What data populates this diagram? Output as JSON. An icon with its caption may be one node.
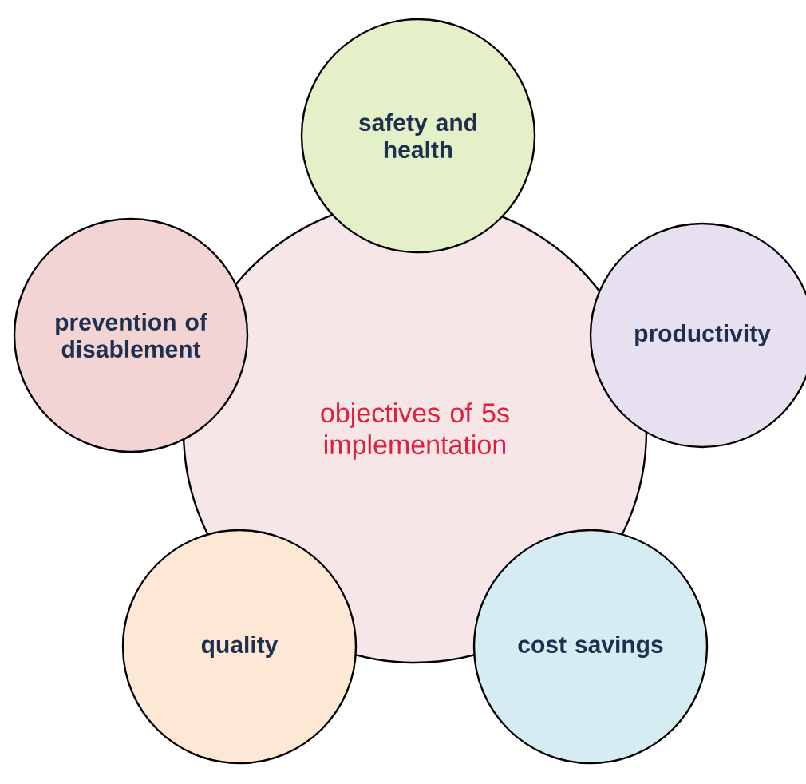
{
  "diagram": {
    "nodes": [
      {
        "text": [
          "objectives of 5s implementation"
        ]
      },
      {
        "text": [
          "safety and health"
        ]
      },
      {
        "text": [
          "prevention of disablement"
        ]
      },
      {
        "text": [
          "productivity"
        ]
      },
      {
        "text": [
          "quality"
        ]
      },
      {
        "text": [
          "cost savings"
        ]
      }
    ]
  }
}
